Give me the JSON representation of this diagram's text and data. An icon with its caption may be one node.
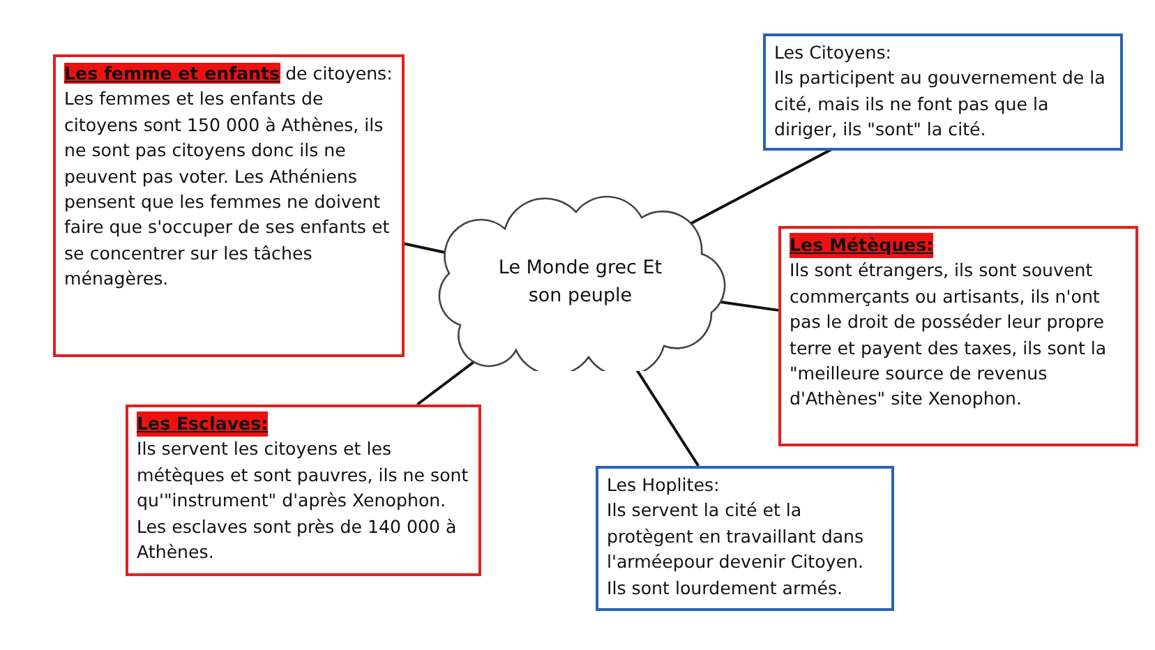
{
  "diagram": {
    "nodes": [
      {
        "text": [
          "Le Monde grec Et son peuple"
        ]
      },
      {
        "text": [
          "**Les femme et enfants** de citoyens:",
          "Les femmes et les enfants de citoyens sont 150 000 à Athènes, ils ne sont pas citoyens donc ils ne peuvent pas voter. Les Athéniens pensent que les femmes ne doivent faire que s'occuper de ses enfants et se concentrer sur les tâches ménagères."
        ]
      },
      {
        "text": [
          "Les Citoyens:",
          "Ils participent au gouvernement de la cité, mais ils ne font pas que la diriger, ils \"sont\" la cité."
        ]
      },
      {
        "text": [
          "Les Métèques:",
          "Ils sont étrangers, ils sont souvent commerçants ou artisants, ils n'ont pas le droit de posséder leur propre terre et payent des taxes, ils sont la \"meilleure source de revenus d'Athènes\" site Xenophon."
        ]
      },
      {
        "text": [
          "Les Esclaves:",
          "Ils servent les citoyens et les métèques  et sont pauvres, ils ne sont qu'\"instrument\"  d'après Xenophon. Les esclaves sont près de 140 000 à Athènes."
        ]
      },
      {
        "text": [
          "Les Hoplites:",
          "Ils servent la cité et la protègent en travaillant dans l'arméepour devenir Citoyen. Ils sont lourdement armés."
        ]
      }
    ],
    "edges": [
      {
        "from": 0,
        "to": 1,
        "arrow": "none"
      },
      {
        "from": 0,
        "to": 2,
        "arrow": "none"
      },
      {
        "from": 0,
        "to": 3,
        "arrow": "none"
      },
      {
        "from": 0,
        "to": 5,
        "arrow": "none"
      },
      {
        "from": 0,
        "to": 4,
        "arrow": "none"
      }
    ]
  }
}
